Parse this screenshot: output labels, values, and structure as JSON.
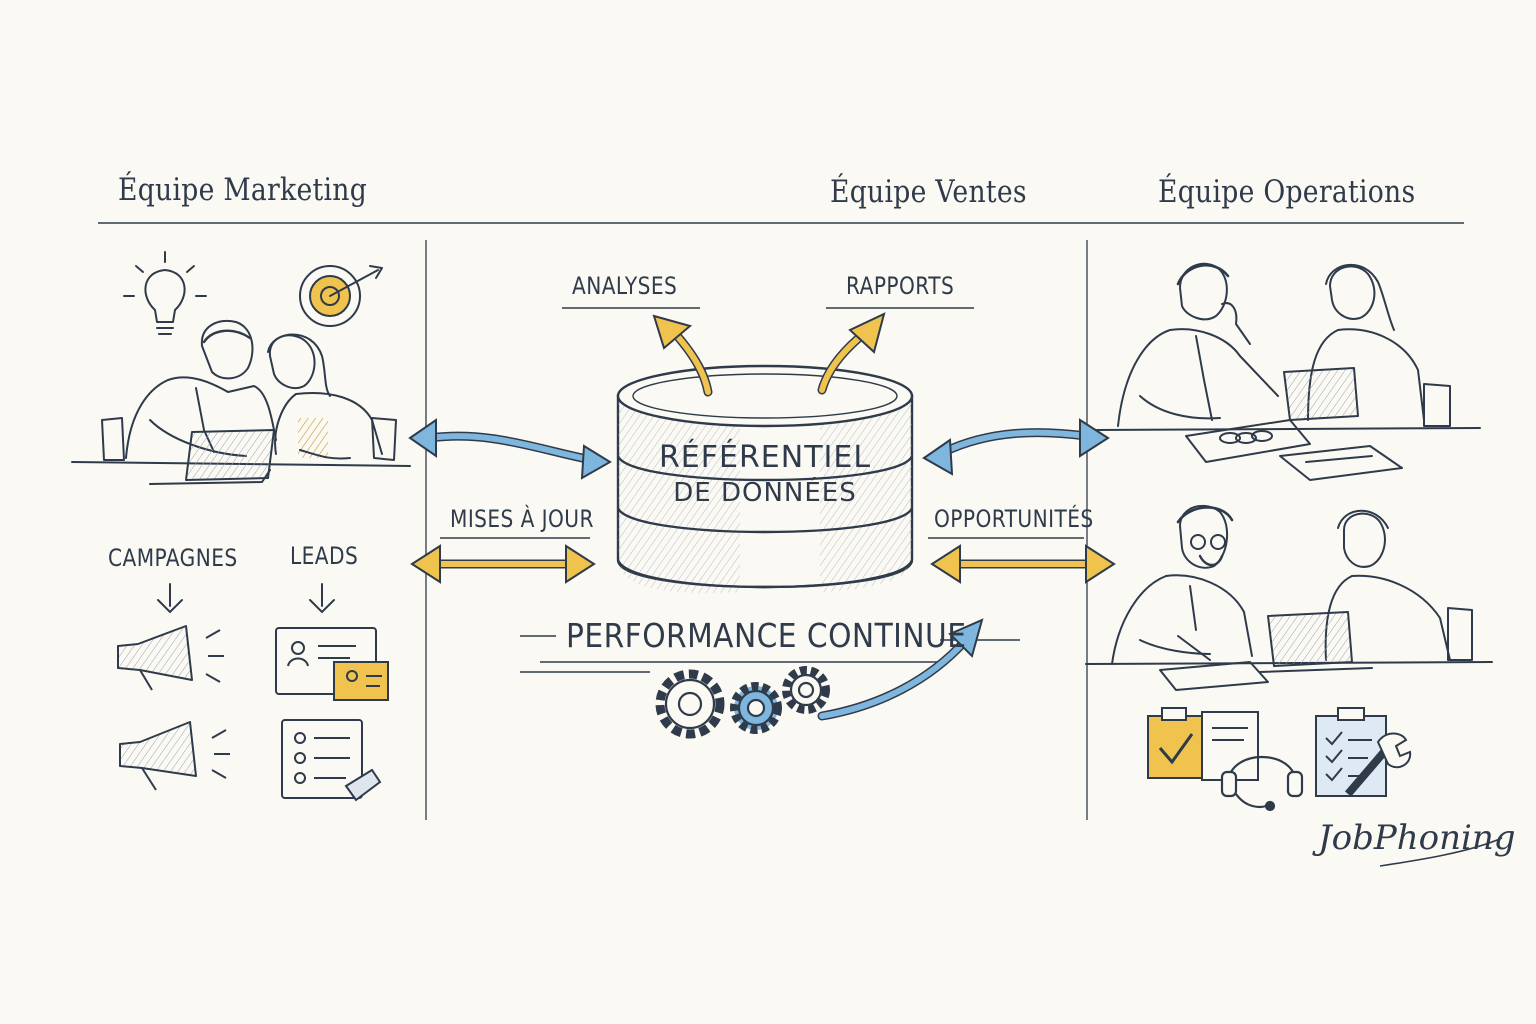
{
  "teams": {
    "marketing": "Équipe Marketing",
    "ventes": "Équipe Ventes",
    "operations": "Équipe Operations"
  },
  "center": {
    "line1": "RÉFÉRENTIEL",
    "line2": "DE DONNÉES"
  },
  "outputs": {
    "analyses": "ANALYSES",
    "rapports": "RAPPORTS"
  },
  "flows": {
    "mises_a_jour": "MISES À JOUR",
    "opportunites": "OPPORTUNITÉS"
  },
  "performance": "PERFORMANCE CONTINUE",
  "marketing_items": {
    "campagnes": "CAMPAGNES",
    "leads": "LEADS"
  },
  "brand": "JobPhoning",
  "colors": {
    "ink": "#2f3b4a",
    "blue": "#7fb6de",
    "yellow": "#f0c24e",
    "paper": "#fbf9f3"
  }
}
